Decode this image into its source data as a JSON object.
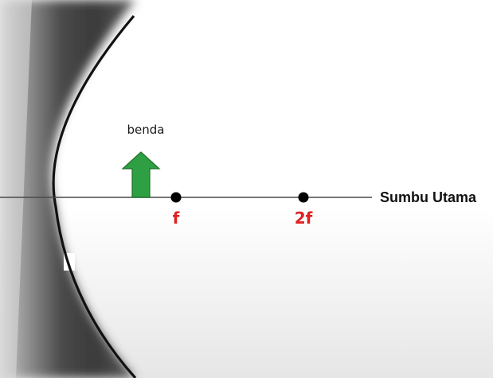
{
  "diagram": {
    "object_label": "benda",
    "axis_label": "Sumbu Utama",
    "points": [
      {
        "id": "f",
        "label": "f"
      },
      {
        "id": "2f",
        "label": "2f"
      }
    ],
    "colors": {
      "arrow_fill": "#2ea043",
      "arrow_stroke": "#1b6e2a",
      "point_labels": "#e02020",
      "mirror": "#111111",
      "shadow": "#3a3a3a"
    },
    "mirror_type": "concave-mirror",
    "object_icon": "up-arrow-icon"
  }
}
